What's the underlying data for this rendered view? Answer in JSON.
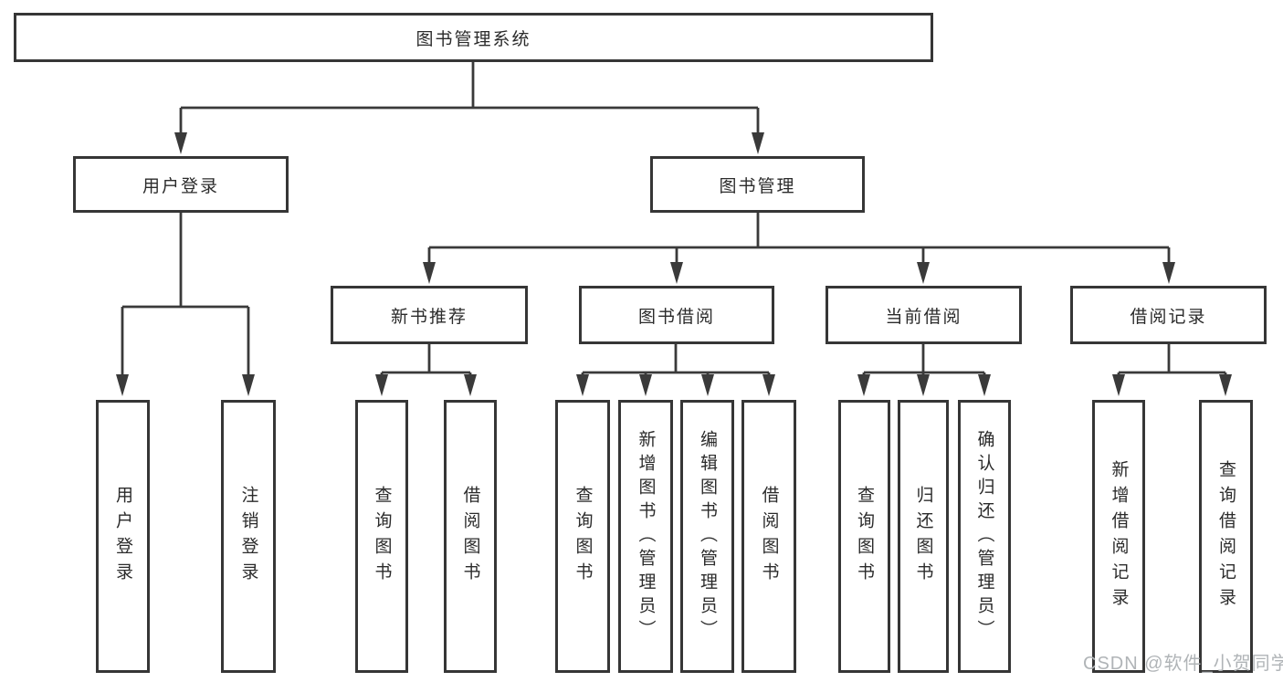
{
  "diagram_title": "图书管理系统",
  "nodes": {
    "root": "图书管理系统",
    "branches": {
      "user_login": "用户登录",
      "book_management": "图书管理"
    },
    "modules": {
      "new_book_recommendation": "新书推荐",
      "book_borrowing": "图书借阅",
      "current_borrowing": "当前借阅",
      "borrowing_records": "借阅记录"
    },
    "leaves": {
      "user_login": "用户登录",
      "logout": "注销登录",
      "rec_query_books": "查询图书",
      "rec_borrow_books": "借阅图书",
      "borrow_query_books": "查询图书",
      "borrow_add_books": "新增图书（管理员）",
      "borrow_edit_books": "编辑图书（管理员）",
      "borrow_borrow_books": "借阅图书",
      "current_query_books": "查询图书",
      "current_return_books": "归还图书",
      "current_confirm_return": "确认归还（管理员）",
      "records_add": "新增借阅记录",
      "records_query": "查询借阅记录"
    }
  },
  "watermark": "CSDN @软件_小贺同学",
  "colors": {
    "line": "#363636",
    "text": "#2b2b2b",
    "watermark_text": "#b0b4b7",
    "background": "#ffffff"
  }
}
